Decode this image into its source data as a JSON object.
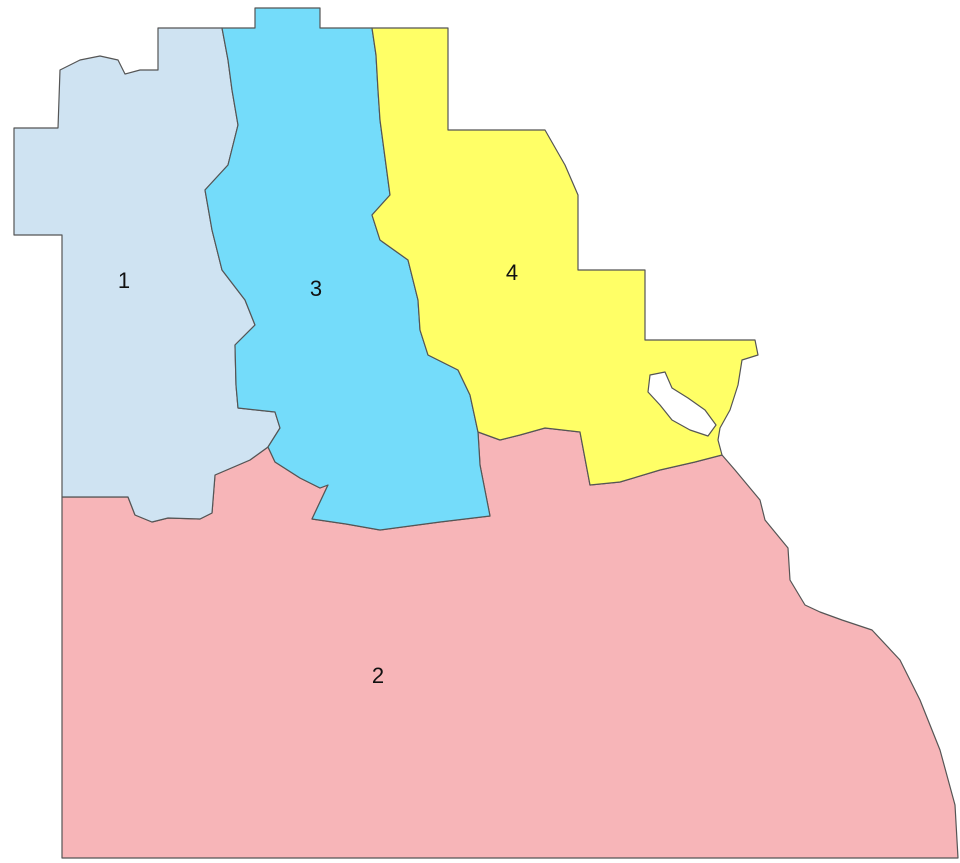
{
  "map": {
    "districts": [
      {
        "id": "1",
        "label": "1",
        "fill": "#cfe3f2"
      },
      {
        "id": "2",
        "label": "2",
        "fill": "#f7b5b8"
      },
      {
        "id": "3",
        "label": "3",
        "fill": "#74dcfa"
      },
      {
        "id": "4",
        "label": "4",
        "fill": "#ffff66"
      }
    ],
    "background": "#ffffff",
    "border_color": "#555555"
  }
}
